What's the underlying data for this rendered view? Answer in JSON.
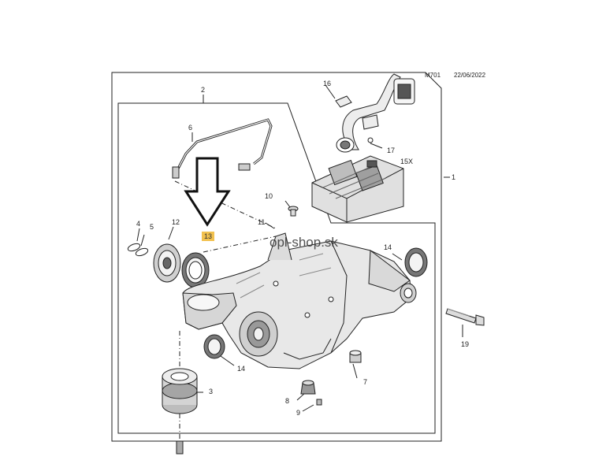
{
  "header": {
    "code": "M701",
    "date": "22/06/2022"
  },
  "watermark": "opl-shop.sk",
  "colors": {
    "highlight": "#f2c14e",
    "line": "#222222",
    "part_fill": "#e9e9e9",
    "part_dark": "#555555"
  },
  "icons": {
    "pointer": "down-arrow-icon"
  },
  "callouts": [
    {
      "id": "1",
      "text": "1"
    },
    {
      "id": "2",
      "text": "2"
    },
    {
      "id": "3",
      "text": "3"
    },
    {
      "id": "4",
      "text": "4"
    },
    {
      "id": "5",
      "text": "5"
    },
    {
      "id": "6",
      "text": "6"
    },
    {
      "id": "7",
      "text": "7"
    },
    {
      "id": "8",
      "text": "8"
    },
    {
      "id": "9",
      "text": "9"
    },
    {
      "id": "10",
      "text": "10"
    },
    {
      "id": "11",
      "text": "11"
    },
    {
      "id": "12",
      "text": "12"
    },
    {
      "id": "13",
      "text": "13",
      "highlighted": true
    },
    {
      "id": "14a",
      "text": "14"
    },
    {
      "id": "14b",
      "text": "14"
    },
    {
      "id": "15X",
      "text": "15X"
    },
    {
      "id": "16",
      "text": "16"
    },
    {
      "id": "17",
      "text": "17"
    },
    {
      "id": "19",
      "text": "19"
    }
  ]
}
